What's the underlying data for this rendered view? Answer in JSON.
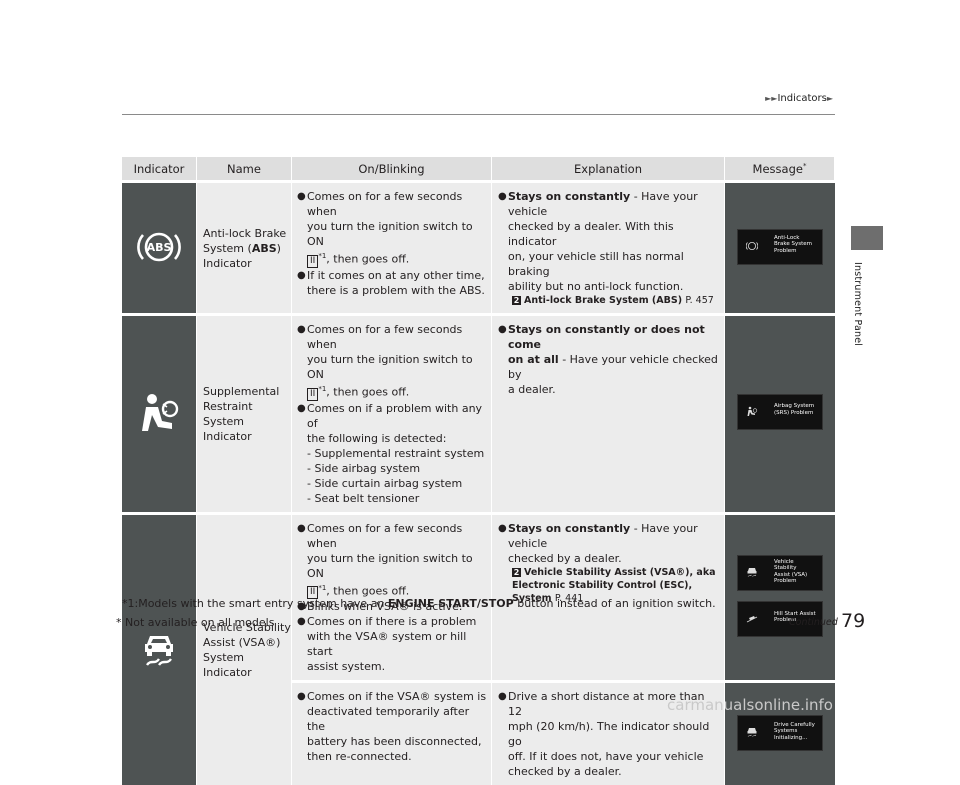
{
  "header": {
    "section": "Indicators"
  },
  "side_tab": {
    "label": "Instrument Panel"
  },
  "table": {
    "columns": {
      "indicator": "Indicator",
      "name": "Name",
      "on_blinking": "On/Blinking",
      "explanation": "Explanation",
      "message": "Message",
      "message_mark": "*"
    },
    "rows": [
      {
        "icon": "abs-warning-icon",
        "name_line1": "Anti-lock Brake",
        "name_line2a": "System (",
        "name_line2b": "ABS",
        "name_line2c": ")",
        "name_line3": "Indicator",
        "on1_a": "Comes on for a few seconds when",
        "on1_b": "you turn the ignition switch to ON",
        "on1_c": ", then goes off.",
        "on2_a": "If it comes on at any other time,",
        "on2_b": "there is a problem with the ABS.",
        "exp_bold": "Stays on constantly",
        "exp_rest_a": " - Have your vehicle",
        "exp_rest_b": "checked by a dealer. With this indicator",
        "exp_rest_c": "on, your vehicle still has normal braking",
        "exp_rest_d": "ability but no anti-lock function.",
        "ref_title": "Anti-lock Brake System (ABS)",
        "ref_page": "P. 457",
        "msg_lines": [
          "Anti-Lock",
          "Brake System",
          "Problem"
        ]
      },
      {
        "icon": "airbag-warning-icon",
        "name_line1": "Supplemental",
        "name_line2": "Restraint System",
        "name_line3": "Indicator",
        "on1_a": "Comes on for a few seconds when",
        "on1_b": "you turn the ignition switch to ON",
        "on1_c": ", then goes off.",
        "on2_a": "Comes on if a problem with any of",
        "on2_b": "the following is detected:",
        "subs": [
          "- Supplemental restraint system",
          "- Side airbag system",
          "- Side curtain airbag system",
          "- Seat belt tensioner"
        ],
        "exp_bold_a": "Stays on constantly or does not come",
        "exp_bold_b": "on at all",
        "exp_rest_a": " - Have your vehicle checked by",
        "exp_rest_b": "a dealer.",
        "msg_lines": [
          "Airbag System",
          "(SRS) Problem"
        ]
      },
      {
        "icon": "vsa-skid-icon",
        "name_line1": "Vehicle Stability",
        "name_line2": "Assist (VSA®)",
        "name_line3": "System Indicator",
        "on1_a": "Comes on for a few seconds when",
        "on1_b": "you turn the ignition switch to ON",
        "on1_c": ", then goes off.",
        "on2": "Blinks when VSA® is active.",
        "on3_a": "Comes on if there is a problem",
        "on3_b": "with the VSA® system or hill start",
        "on3_c": "assist system.",
        "exp_bold": "Stays on constantly",
        "exp_rest_a": " - Have your vehicle",
        "exp_rest_b": "checked by a dealer.",
        "ref_a": "Vehicle Stability Assist (VSA®), aka",
        "ref_b": "Electronic Stability Control (ESC),",
        "ref_c": "System",
        "ref_page": "P. 441",
        "msg1_lines": [
          "Vehicle",
          "Stability",
          "Assist (VSA)",
          "Problem"
        ],
        "msg2_lines": [
          "Hill Start Assist",
          "Problem"
        ],
        "sub_on_a": "Comes on if the VSA® system is",
        "sub_on_b": "deactivated temporarily after the",
        "sub_on_c": "battery has been disconnected,",
        "sub_on_d": "then re-connected.",
        "sub_exp_a": "Drive a short distance at more than 12",
        "sub_exp_b": "mph (20 km/h). The indicator should go",
        "sub_exp_c": "off. If it does not, have your vehicle",
        "sub_exp_d": "checked by a dealer.",
        "msg3_lines": [
          "Drive Carefully",
          "Systems",
          "Initializing..."
        ]
      }
    ],
    "ignition_label": "II",
    "ignition_sup": "*1"
  },
  "footnote": {
    "text_a": "*1:Models with the smart entry system have an ",
    "text_bold": "ENGINE START/STOP",
    "text_b": " button instead of an ignition switch."
  },
  "availability_note": "* Not available on all models",
  "continued": "Continued",
  "page_number": "79",
  "watermark": "carmanualsonline.info",
  "colors": {
    "indicator_bg": "#4e5353",
    "cell_bg": "#ececec",
    "header_bg": "#dedede",
    "warning_red": "#ffffff"
  }
}
